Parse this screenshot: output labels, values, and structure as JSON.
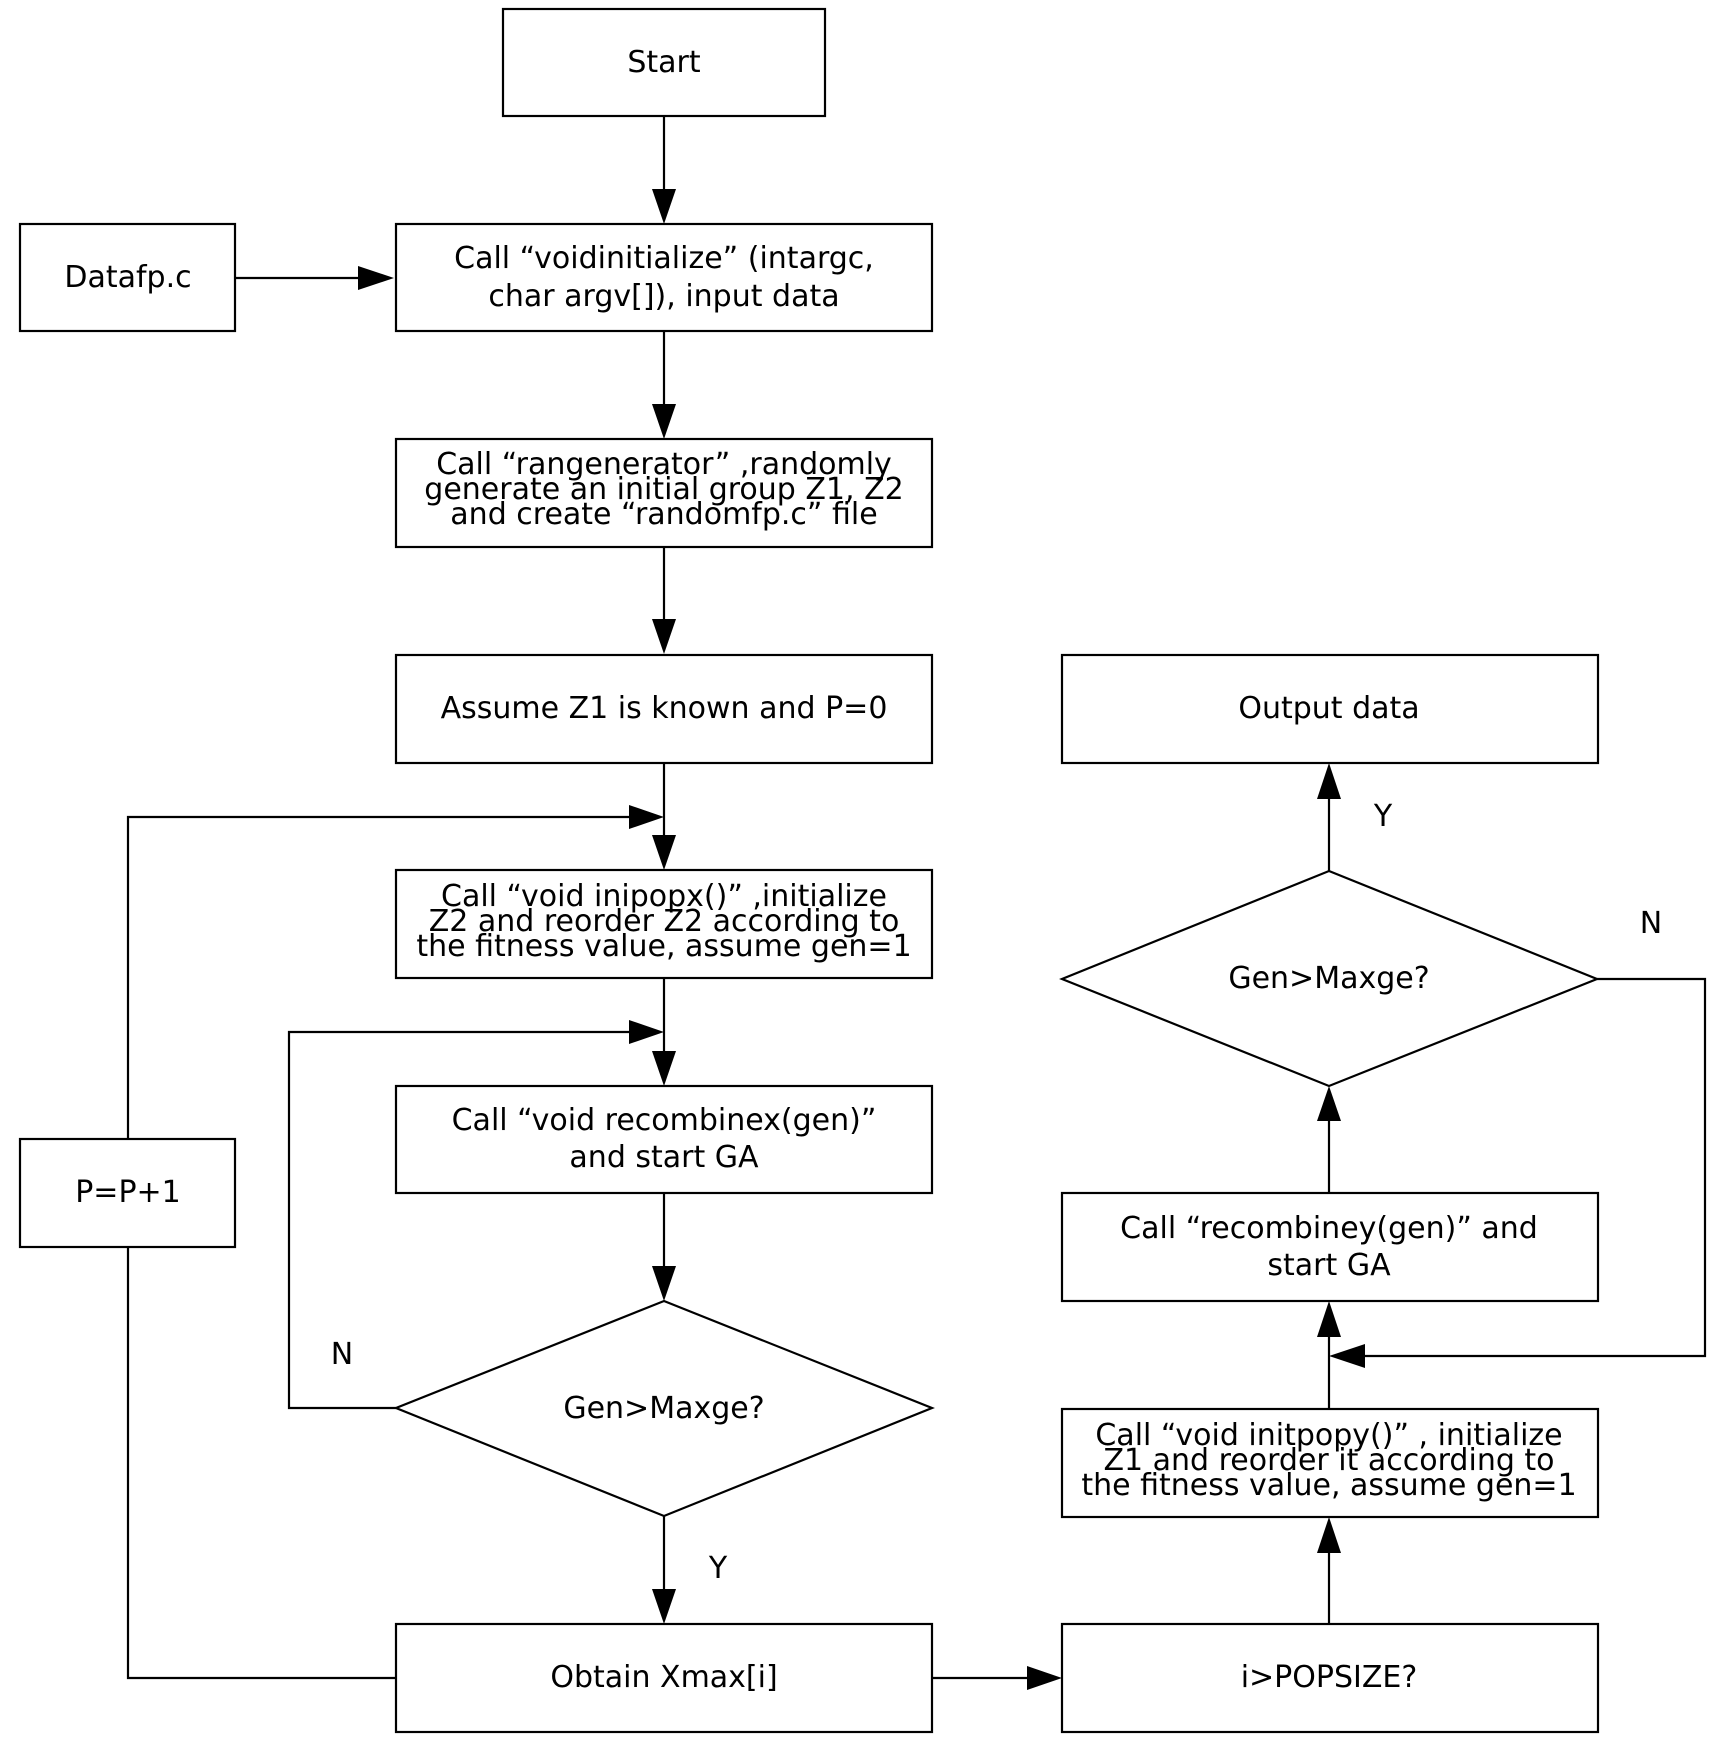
{
  "nodes": {
    "start": [
      "Start"
    ],
    "datafp": [
      "Datafp.c"
    ],
    "initialize": [
      "Call “voidinitialize” (intargc,",
      "char argv[]), input data"
    ],
    "rangenerator": [
      "Call “rangenerator” ,randomly",
      "generate an initial group Z1, Z2",
      "and create “randomfp.c” file"
    ],
    "assume": [
      "Assume Z1 is known and P=0"
    ],
    "inipopx": [
      "Call “void inipopx()” ,initialize",
      "Z2 and reorder Z2 according to",
      "the fitness value, assume gen=1"
    ],
    "recombinex": [
      "Call “void recombinex(gen)”",
      "and start GA"
    ],
    "decision_left": [
      "Gen>Maxge?"
    ],
    "obtain": [
      "Obtain Xmax[i]"
    ],
    "popsize": [
      "i>POPSIZE?"
    ],
    "initpopy": [
      "Call “void initpopy()” , initialize",
      "Z1 and reorder it according to",
      "the fitness value, assume gen=1"
    ],
    "recombiney": [
      "Call “recombiney(gen)” and",
      "start GA"
    ],
    "decision_right": [
      "Gen>Maxge?"
    ],
    "output": [
      "Output data"
    ],
    "increment": [
      "P=P+1"
    ]
  },
  "edge_labels": {
    "left_no": "N",
    "left_yes": "Y",
    "right_no": "N",
    "right_yes": "Y"
  }
}
